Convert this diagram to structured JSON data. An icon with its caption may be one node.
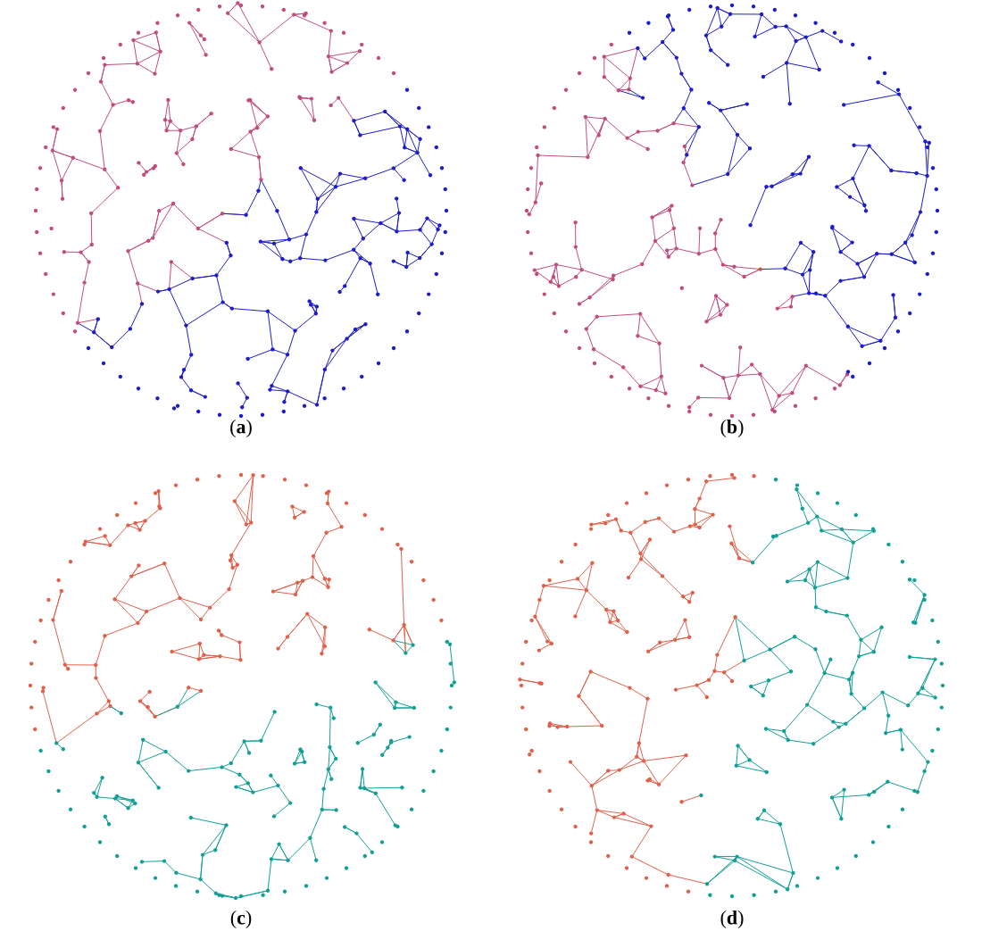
{
  "diagram": {
    "labels": [
      "(**a**)",
      "(**b**)",
      "(**c**)",
      "(**d**)"
    ]
  }
}
